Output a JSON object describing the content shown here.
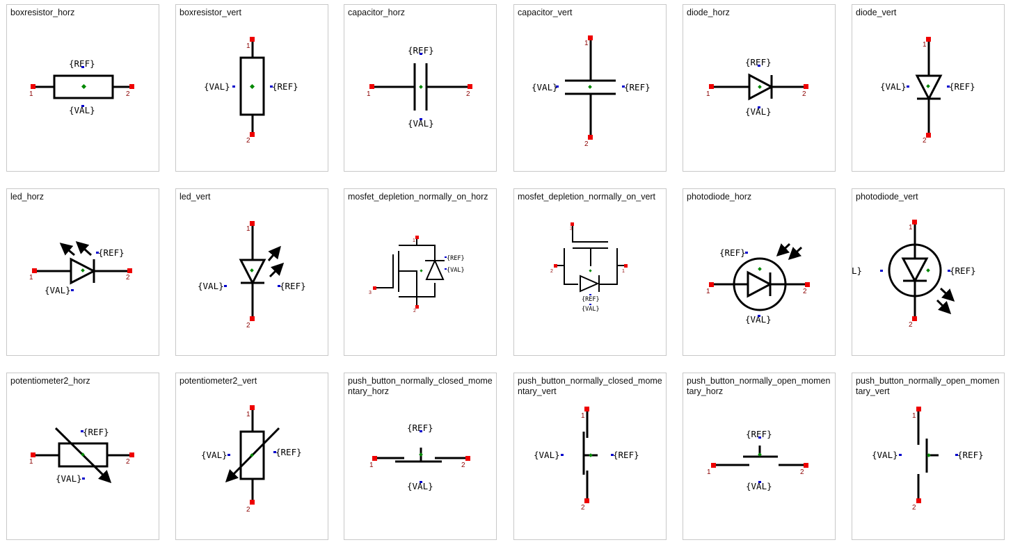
{
  "colors": {
    "pin": "#ee0000",
    "pin_number": "#8b0000",
    "anchor": "#0000cc",
    "origin": "#008800",
    "stroke": "#000000",
    "border": "#c8c8c8"
  },
  "labels": {
    "ref": "{REF}",
    "val": "{VAL}",
    "val_clipped": "L}"
  },
  "pins": {
    "p1": "1",
    "p2": "2",
    "p3": "3"
  },
  "symbols": [
    {
      "id": "boxresistor_horz",
      "title": "boxresistor_horz"
    },
    {
      "id": "boxresistor_vert",
      "title": "boxresistor_vert"
    },
    {
      "id": "capacitor_horz",
      "title": "capacitor_horz"
    },
    {
      "id": "capacitor_vert",
      "title": "capacitor_vert"
    },
    {
      "id": "diode_horz",
      "title": "diode_horz"
    },
    {
      "id": "diode_vert",
      "title": "diode_vert"
    },
    {
      "id": "led_horz",
      "title": "led_horz"
    },
    {
      "id": "led_vert",
      "title": "led_vert"
    },
    {
      "id": "mosfet_depletion_normally_on_horz",
      "title": "mosfet_depletion_normally_on_horz"
    },
    {
      "id": "mosfet_depletion_normally_on_vert",
      "title": "mosfet_depletion_normally_on_vert"
    },
    {
      "id": "photodiode_horz",
      "title": "photodiode_horz"
    },
    {
      "id": "photodiode_vert",
      "title": "photodiode_vert"
    },
    {
      "id": "potentiometer2_horz",
      "title": "potentiometer2_horz"
    },
    {
      "id": "potentiometer2_vert",
      "title": "potentiometer2_vert"
    },
    {
      "id": "push_button_normally_closed_momentary_horz",
      "title": "push_button_normally_closed_momentary_horz"
    },
    {
      "id": "push_button_normally_closed_momentary_vert",
      "title": "push_button_normally_closed_momentary_vert"
    },
    {
      "id": "push_button_normally_open_momentary_horz",
      "title": "push_button_normally_open_momentary_horz"
    },
    {
      "id": "push_button_normally_open_momentary_vert",
      "title": "push_button_normally_open_momentary_vert"
    }
  ]
}
